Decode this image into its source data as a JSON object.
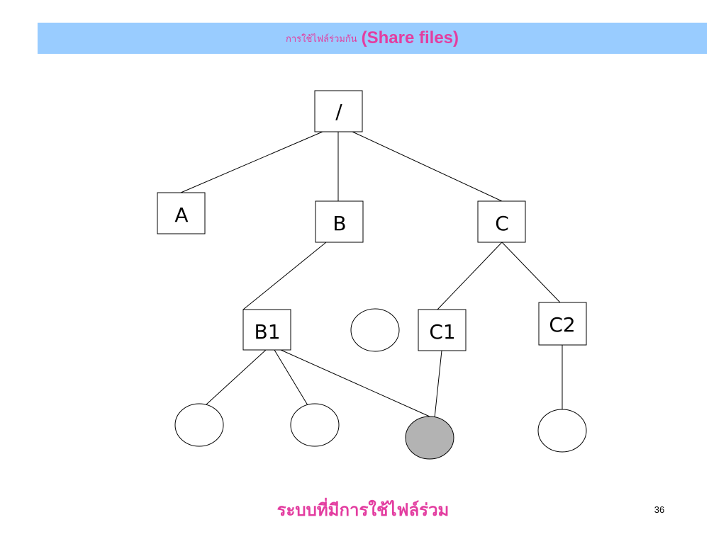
{
  "slide": {
    "title_thai": "การใช้ไฟล์ร่วมกัน",
    "title_en": "(Share files)",
    "caption": "ระบบที่มีการใช้ไฟล์ร่วม",
    "page_number": "36"
  },
  "diagram": {
    "nodes": {
      "root": "/",
      "a": "A",
      "b": "B",
      "c": "C",
      "b1": "B1",
      "c1": "C1",
      "c2": "C2"
    },
    "shared_file_color": "#b3b3b3",
    "file_color": "#ffffff"
  }
}
